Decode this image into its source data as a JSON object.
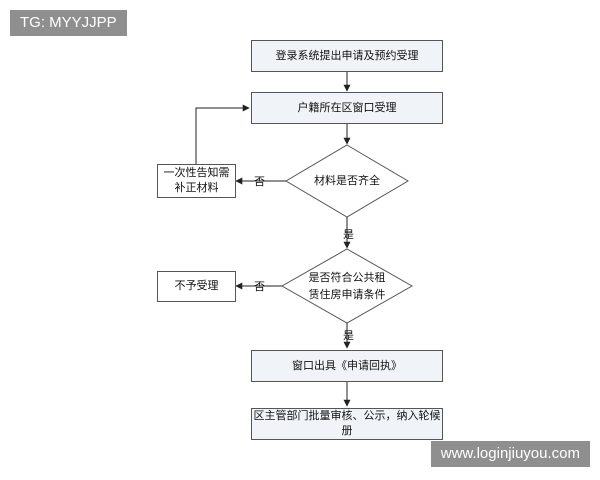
{
  "watermarks": {
    "top_left": "TG: MYYJJPP",
    "bottom_right": "www.loginjiuyou.com"
  },
  "flowchart": {
    "steps": {
      "submit": "登录系统提出申请及预约受理",
      "accept": "户籍所在区窗口受理",
      "supplement": "一次性告知需补正材料",
      "reject": "不予受理",
      "receipt": "窗口出具《申请回执》",
      "review": "区主管部门批量审核、公示，纳入轮候册"
    },
    "decisions": {
      "materials": "材料是否齐全",
      "eligibility_line1": "是否符合公共租",
      "eligibility_line2": "赁住房申请条件"
    },
    "edge_labels": {
      "no_materials": "否",
      "yes_materials": "是",
      "no_eligibility": "否",
      "yes_eligibility": "是"
    }
  }
}
